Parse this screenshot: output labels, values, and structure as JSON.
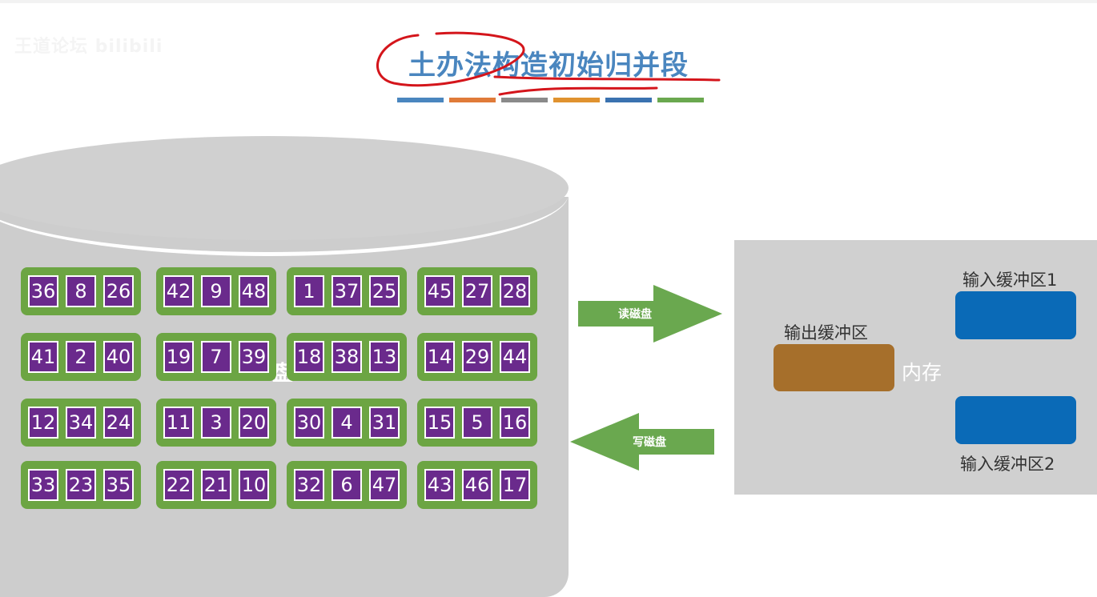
{
  "watermark": "王道论坛 bilibili",
  "title": "土办法构造初始归并段",
  "title_bar_colors": [
    "#4a86bf",
    "#e07b39",
    "#8a8a8a",
    "#e0922f",
    "#3a72b0",
    "#6aa84f"
  ],
  "colors": {
    "run_border": "#6ca543",
    "cell_fill": "#6a2a8c",
    "arrow": "#6aa84f",
    "output_buffer": "#a66f2b",
    "input_buffer": "#0a6ab7",
    "annotation": "#d4151b"
  },
  "disk": {
    "label_fragment": "盘",
    "runs": [
      [
        [
          36,
          8,
          26
        ],
        [
          42,
          9,
          48
        ],
        [
          1,
          37,
          25
        ],
        [
          45,
          27,
          28
        ]
      ],
      [
        [
          41,
          2,
          40
        ],
        [
          19,
          7,
          39
        ],
        [
          18,
          38,
          13
        ],
        [
          14,
          29,
          44
        ]
      ],
      [
        [
          12,
          34,
          24
        ],
        [
          11,
          3,
          20
        ],
        [
          30,
          4,
          31
        ],
        [
          15,
          5,
          16
        ]
      ],
      [
        [
          33,
          23,
          35
        ],
        [
          22,
          21,
          10
        ],
        [
          32,
          6,
          47
        ],
        [
          43,
          46,
          17
        ]
      ]
    ]
  },
  "arrows": {
    "read_label": "读磁盘",
    "write_label": "写磁盘"
  },
  "memory": {
    "label": "内存",
    "output_buffer_label": "输出缓冲区",
    "input_buffer1_label": "输入缓冲区1",
    "input_buffer2_label": "输入缓冲区2"
  }
}
